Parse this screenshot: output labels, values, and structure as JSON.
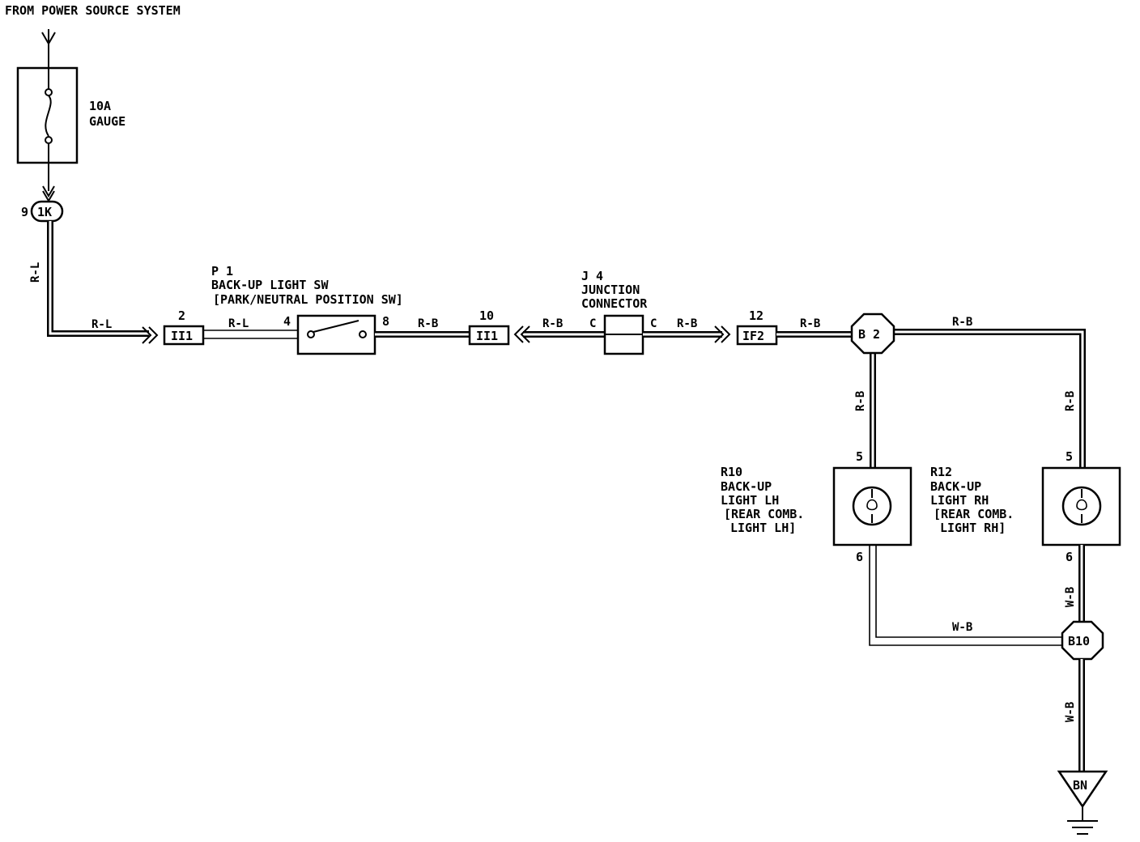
{
  "title": "FROM POWER SOURCE SYSTEM",
  "fuse": {
    "rating": "10A",
    "name": "GAUGE"
  },
  "connectors": {
    "1K": {
      "id": "1K",
      "pin": "9"
    },
    "II1_in": {
      "id": "II1",
      "pin": "2"
    },
    "II1_out": {
      "id": "II1",
      "pin": "10"
    },
    "IF2": {
      "id": "IF2",
      "pin": "12"
    },
    "B2": {
      "id": "B 2"
    },
    "B10": {
      "id": "B10"
    },
    "BN": {
      "id": "BN"
    }
  },
  "components": {
    "p1": {
      "code": "P 1",
      "name": "BACK-UP LIGHT SW",
      "desc": "[PARK/NEUTRAL POSITION SW]",
      "pin_in": "4",
      "pin_out": "8"
    },
    "j4": {
      "code": "J 4",
      "name1": "JUNCTION",
      "name2": "CONNECTOR",
      "pin_left": "C",
      "pin_right": "C"
    },
    "r10": {
      "code": "R10",
      "line1": "BACK-UP",
      "line2": "LIGHT LH",
      "line3": "[REAR COMB.",
      "line4": "LIGHT LH]",
      "pin_top": "5",
      "pin_bottom": "6"
    },
    "r12": {
      "code": "R12",
      "line1": "BACK-UP",
      "line2": "LIGHT RH",
      "line3": "[REAR COMB.",
      "line4": "LIGHT RH]",
      "pin_top": "5",
      "pin_bottom": "6"
    }
  },
  "wires": {
    "rl_vertical": "R-L",
    "rl_to_ii1": "R-L",
    "rl_to_p1": "R-L",
    "rb_p1_to_ii1": "R-B",
    "rb_ii1_to_j4": "R-B",
    "rb_j4_to_if2": "R-B",
    "rb_if2_to_b2": "R-B",
    "rb_b2_to_right": "R-B",
    "rb_b2_down": "R-B",
    "rb_right_down": "R-B",
    "wb_r10_to_b10": "W-B",
    "wb_r12_to_b10": "W-B",
    "wb_b10_to_ground": "W-B"
  }
}
